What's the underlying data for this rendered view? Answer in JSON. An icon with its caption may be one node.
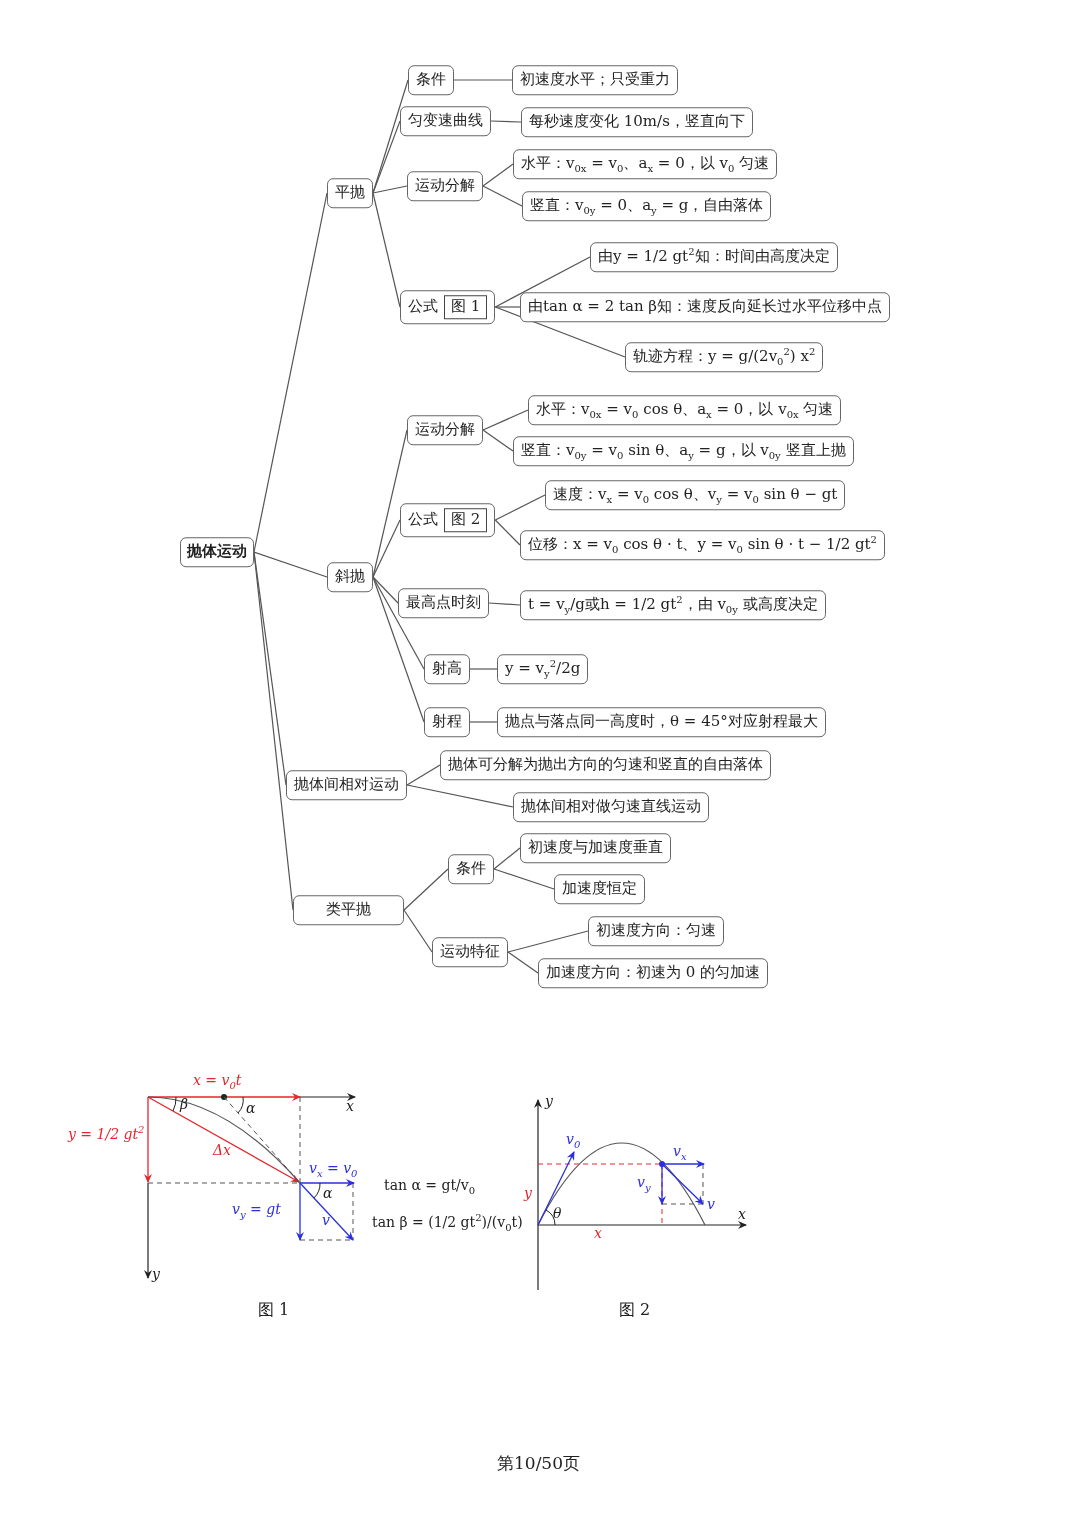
{
  "diagram": {
    "nodes": [
      {
        "text": [
          "抛体运动"
        ]
      },
      {
        "text": [
          "平抛"
        ]
      },
      {
        "text": [
          "条件"
        ]
      },
      {
        "text": [
          "初速度水平；只受重力"
        ]
      },
      {
        "text": [
          "匀变速曲线"
        ]
      },
      {
        "text": [
          "每秒速度变化 10m/s，竖直向下"
        ]
      },
      {
        "text": [
          "运动分解"
        ]
      },
      {
        "text": [
          "水平：v$_{0x}$ = v$_{0}$、a$_{x}$ = 0，以 v$_{0}$ 匀速"
        ]
      },
      {
        "text": [
          "竖直：v$_{0y}$ = 0、a$_{y}$ = g，自由落体"
        ]
      },
      {
        "text": [
          "公式"
        ]
      },
      {
        "text": [
          "图 1"
        ],
        "in": 9
      },
      {
        "text": [
          "由y = 1/2 gt$^{2}$知：时间由高度决定"
        ]
      },
      {
        "text": [
          "由tan α = 2 tan β知：速度反向延长过水平位移中点"
        ]
      },
      {
        "text": [
          "轨迹方程：y = g/(2v$_{0}$$^{2}$) x$^{2}$"
        ]
      },
      {
        "text": [
          "斜抛"
        ]
      },
      {
        "text": [
          "运动分解"
        ]
      },
      {
        "text": [
          "水平：v$_{0x}$ = v$_{0}$ cos θ、a$_{x}$ = 0，以 v$_{0x}$ 匀速"
        ]
      },
      {
        "text": [
          "竖直：v$_{0y}$ = v$_{0}$ sin θ、a$_{y}$ = g，以 v$_{0y}$ 竖直上抛"
        ]
      },
      {
        "text": [
          "公式"
        ]
      },
      {
        "text": [
          "图 2"
        ],
        "in": 18
      },
      {
        "text": [
          "速度：v$_{x}$ = v$_{0}$ cos θ、v$_{y}$ = v$_{0}$ sin θ − gt"
        ]
      },
      {
        "text": [
          "位移：x = v$_{0}$ cos θ · t、y = v$_{0}$ sin θ · t − 1/2 gt$^{2}$"
        ]
      },
      {
        "text": [
          "最高点时刻"
        ]
      },
      {
        "text": [
          "t = v$_{y}$/g或h = 1/2 gt$^{2}$，由 v$_{0y}$ 或高度决定"
        ]
      },
      {
        "text": [
          "射高"
        ]
      },
      {
        "text": [
          "y = v$_{y}$$^{2}$/2g"
        ]
      },
      {
        "text": [
          "射程"
        ]
      },
      {
        "text": [
          "抛点与落点同一高度时，θ = 45°对应射程最大"
        ]
      },
      {
        "text": [
          "抛体间相对运动"
        ]
      },
      {
        "text": [
          "抛体可分解为抛出方向的匀速和竖直的自由落体"
        ]
      },
      {
        "text": [
          "抛体间相对做匀速直线运动"
        ]
      },
      {
        "text": [
          "类平抛"
        ]
      },
      {
        "text": [
          "条件"
        ]
      },
      {
        "text": [
          "初速度与加速度垂直"
        ]
      },
      {
        "text": [
          "加速度恒定"
        ]
      },
      {
        "text": [
          "运动特征"
        ]
      },
      {
        "text": [
          "初速度方向：匀速"
        ]
      },
      {
        "text": [
          "加速度方向：初速为 0 的匀加速"
        ]
      }
    ],
    "edges": [
      {
        "from": 0,
        "to": 1,
        "arrow": "none"
      },
      {
        "from": 0,
        "to": 14,
        "arrow": "none"
      },
      {
        "from": 0,
        "to": 28,
        "arrow": "none"
      },
      {
        "from": 0,
        "to": 31,
        "arrow": "none"
      },
      {
        "from": 1,
        "to": 2,
        "arrow": "none"
      },
      {
        "from": 1,
        "to": 4,
        "arrow": "none"
      },
      {
        "from": 1,
        "to": 6,
        "arrow": "none"
      },
      {
        "from": 1,
        "to": 9,
        "arrow": "none"
      },
      {
        "from": 2,
        "to": 3,
        "arrow": "none"
      },
      {
        "from": 4,
        "to": 5,
        "arrow": "none"
      },
      {
        "from": 6,
        "to": 7,
        "arrow": "none"
      },
      {
        "from": 6,
        "to": 8,
        "arrow": "none"
      },
      {
        "from": 9,
        "to": 11,
        "arrow": "none"
      },
      {
        "from": 9,
        "to": 12,
        "arrow": "none"
      },
      {
        "from": 9,
        "to": 13,
        "arrow": "none"
      },
      {
        "from": 14,
        "to": 15,
        "arrow": "none"
      },
      {
        "from": 14,
        "to": 18,
        "arrow": "none"
      },
      {
        "from": 14,
        "to": 22,
        "arrow": "none"
      },
      {
        "from": 14,
        "to": 24,
        "arrow": "none"
      },
      {
        "from": 14,
        "to": 26,
        "arrow": "none"
      },
      {
        "from": 15,
        "to": 16,
        "arrow": "none"
      },
      {
        "from": 15,
        "to": 17,
        "arrow": "none"
      },
      {
        "from": 18,
        "to": 20,
        "arrow": "none"
      },
      {
        "from": 18,
        "to": 21,
        "arrow": "none"
      },
      {
        "from": 22,
        "to": 23,
        "arrow": "none"
      },
      {
        "from": 24,
        "to": 25,
        "arrow": "none"
      },
      {
        "from": 26,
        "to": 27,
        "arrow": "none"
      },
      {
        "from": 28,
        "to": 29,
        "arrow": "none"
      },
      {
        "from": 28,
        "to": 30,
        "arrow": "none"
      },
      {
        "from": 31,
        "to": 32,
        "arrow": "none"
      },
      {
        "from": 31,
        "to": 35,
        "arrow": "none"
      },
      {
        "from": 32,
        "to": 33,
        "arrow": "none"
      },
      {
        "from": 32,
        "to": 34,
        "arrow": "none"
      },
      {
        "from": 35,
        "to": 36,
        "arrow": "none"
      },
      {
        "from": 35,
        "to": 37,
        "arrow": "none"
      }
    ],
    "labels": [
      "x = v$_{0}$t",
      "x",
      "β",
      "α",
      "y = 1/2 gt$^{2}$",
      "Δx",
      "v$_{x}$ = v$_{0}$",
      "α",
      "v$_{y}$ = gt",
      "v",
      "y",
      "tan α = gt/v$_{0}$",
      "tan β = (1/2 gt$^{2}$)/(v$_{0}$t)",
      "图 1",
      "y",
      "v$_{0}$",
      "v$_{x}$",
      "y",
      "v$_{y}$",
      "θ",
      "v",
      "x",
      "x",
      "图 2",
      "第10/50页"
    ]
  }
}
